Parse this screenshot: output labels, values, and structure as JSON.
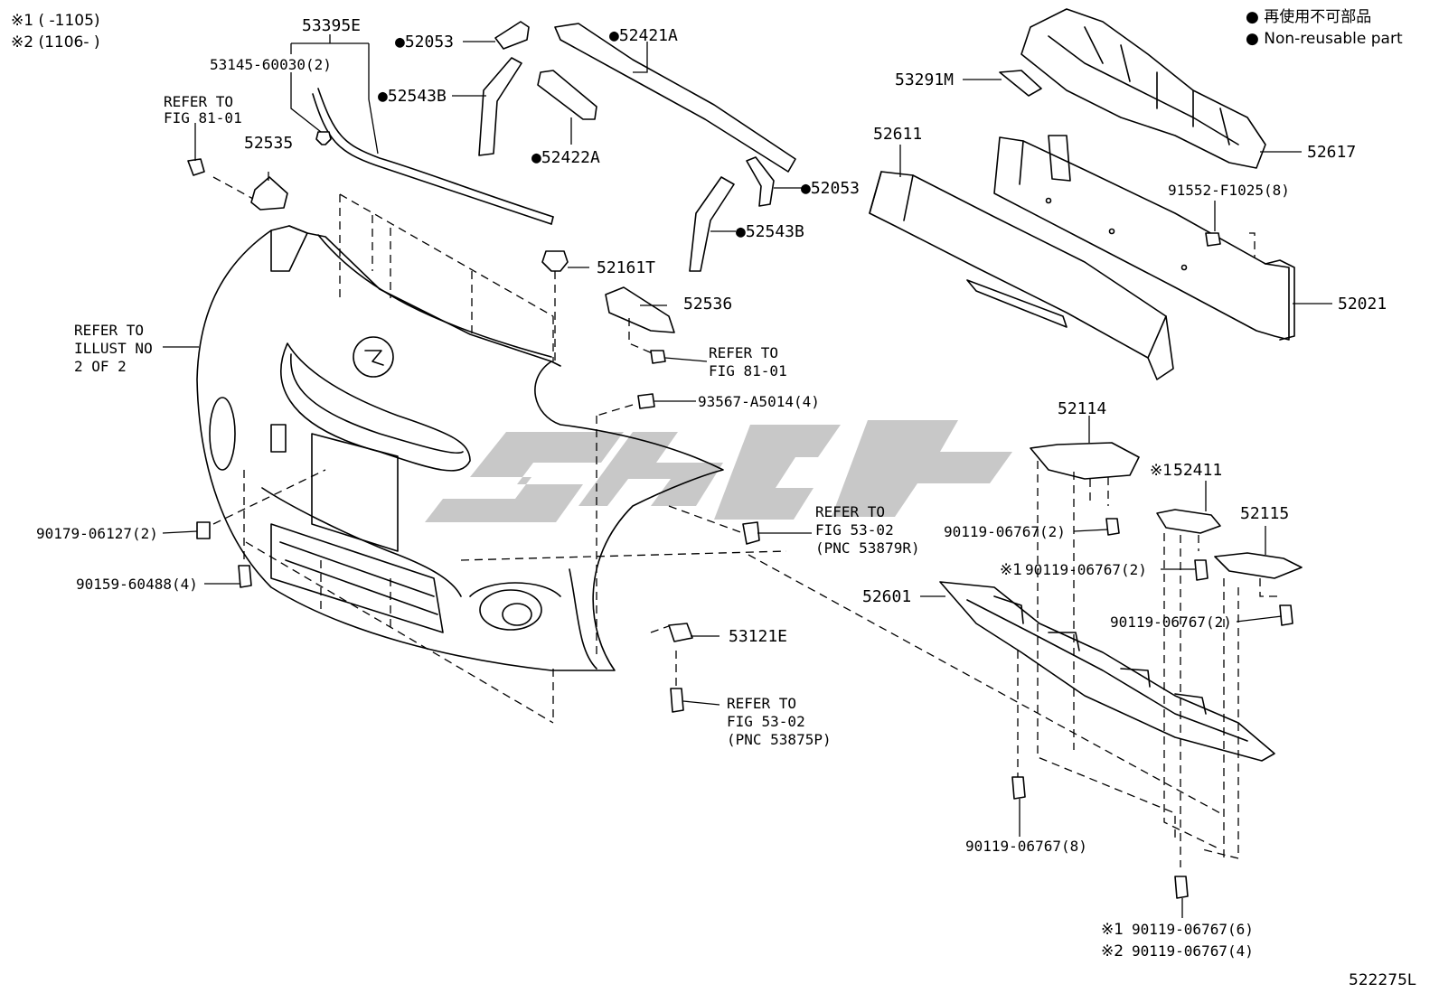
{
  "notes": {
    "note1": "※1 (     -1105)",
    "note2": "※2 (1106-      )",
    "legend_jp": "● 再使用不可部品",
    "legend_en": "● Non-reusable part"
  },
  "figure_code": "522275L",
  "labels": {
    "p53395E": "53395E",
    "p53145": "53145-60030(2)",
    "p52053a": "●52053",
    "p52421A": "●52421A",
    "p52543Ba": "●52543B",
    "p52422A": "●52422A",
    "p52053b": "●52053",
    "p52543Bb": "●52543B",
    "p52535": "52535",
    "p52161T": "52161T",
    "p52536": "52536",
    "p93567": "93567-A5014(4)",
    "p53291M": "53291M",
    "p52611": "52611",
    "p52617": "52617",
    "p91552": "91552-F1025(8)",
    "p52021": "52021",
    "p52114": "52114",
    "p52411": "52411",
    "p52411_mark": "※1",
    "p52115": "52115",
    "p90119a": "90119-06767(2)",
    "p90119b": "90119-06767(2)",
    "p90119b_mark": "※1",
    "p90119c": "90119-06767(2)",
    "p52601": "52601",
    "p90179": "90179-06127(2)",
    "p90159": "90159-60488(4)",
    "p53121E": "53121E",
    "p90119d": "90119-06767(8)",
    "p90119e": "90119-06767(6)",
    "p90119e_mark": "※1",
    "p90119f": "90119-06767(4)",
    "p90119f_mark": "※2"
  },
  "refs": {
    "ref1_l1": "REFER TO",
    "ref1_l2": "FIG 81-01",
    "ref2_l1": "REFER TO",
    "ref2_l2": "ILLUST NO",
    "ref2_l3": "2 OF 2",
    "ref3_l1": "REFER TO",
    "ref3_l2": "FIG 81-01",
    "ref4_l1": "REFER TO",
    "ref4_l2": "FIG 53-02",
    "ref4_l3": "(PNC 53879R)",
    "ref5_l1": "REFER TO",
    "ref5_l2": "FIG 53-02",
    "ref5_l3": "(PNC 53875P)"
  }
}
